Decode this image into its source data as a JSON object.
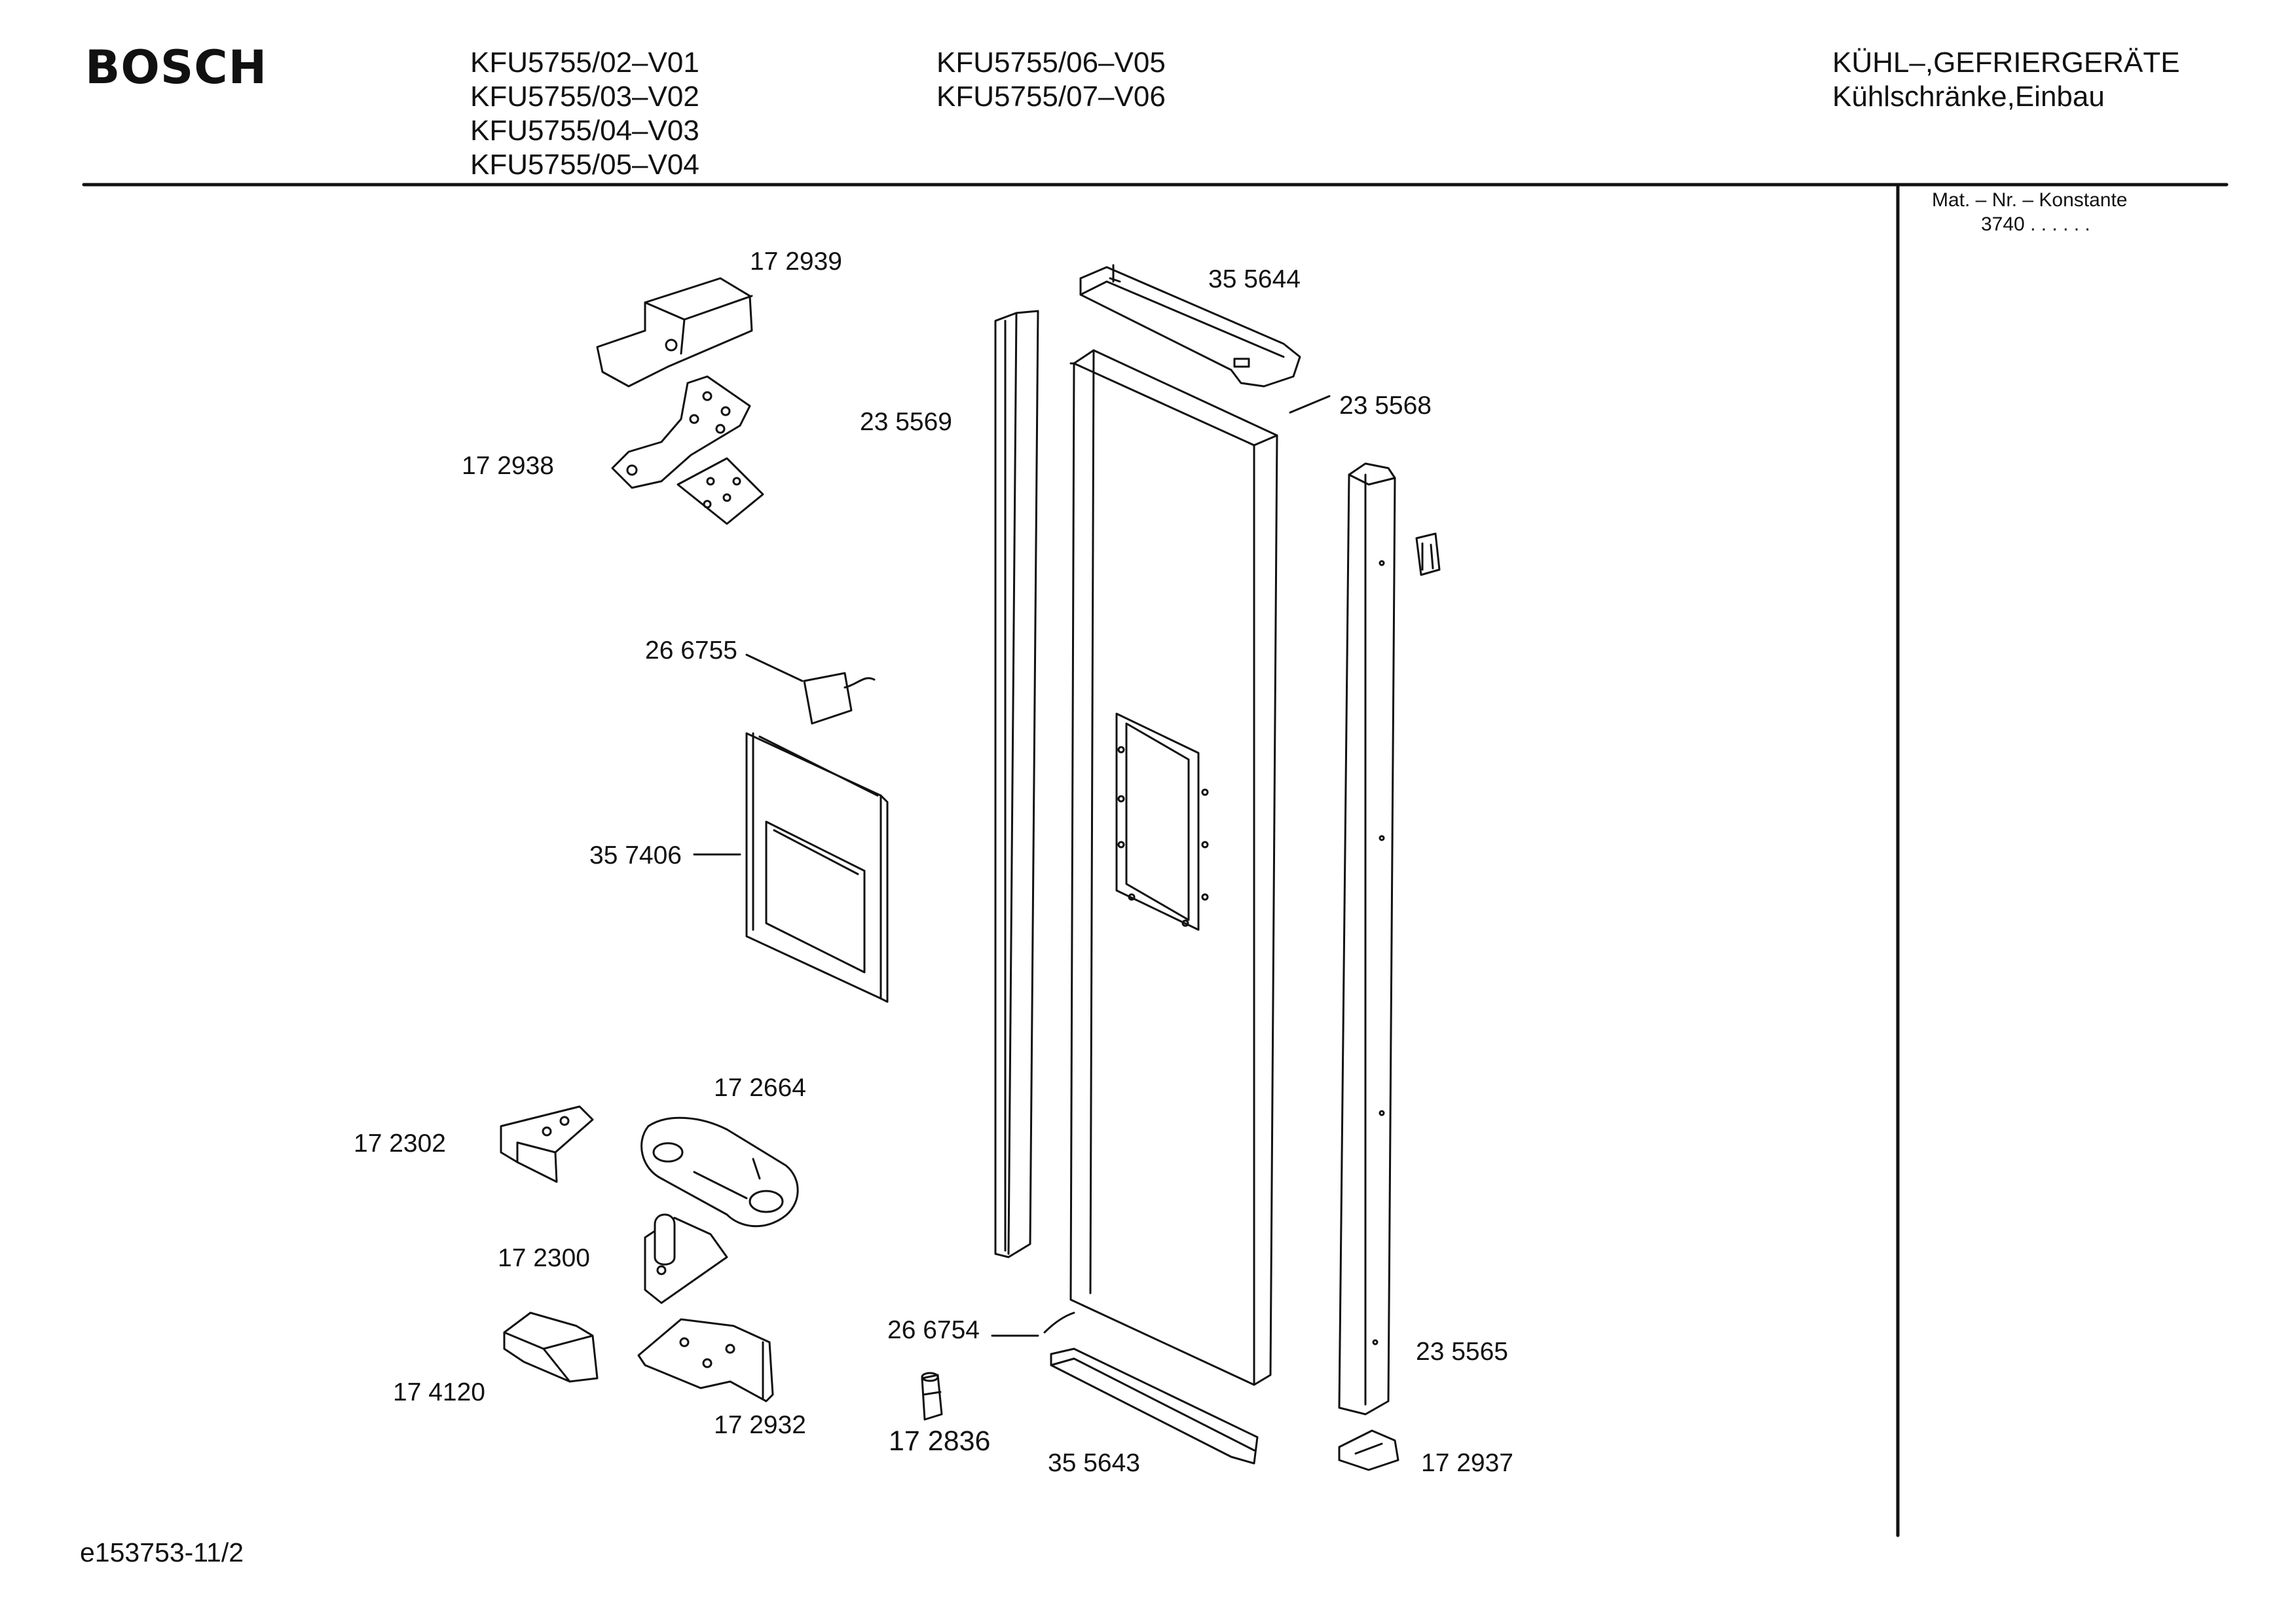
{
  "header": {
    "brand": "BOSCH",
    "models_col1": [
      "KFU5755/02–V01",
      "KFU5755/03–V02",
      "KFU5755/04–V03",
      "KFU5755/05–V04"
    ],
    "models_col2": [
      "KFU5755/06–V05",
      "KFU5755/07–V06"
    ],
    "category_line1": "KÜHL–,GEFRIERGERÄTE",
    "category_line2": "Kühlschränke,Einbau"
  },
  "sidebar": {
    "mat_label": "Mat. – Nr. – Konstante",
    "mat_value": "3740 . . . . . ."
  },
  "parts": {
    "p172939": "17 2939",
    "p172938": "17 2938",
    "p235569": "23 5569",
    "p355644": "35 5644",
    "p235568": "23 5568",
    "p266755": "26 6755",
    "p357406": "35 7406",
    "p172664": "17 2664",
    "p172302": "17 2302",
    "p172300": "17 2300",
    "p174120": "17 4120",
    "p172932": "17 2932",
    "p266754": "26 6754",
    "p172836": "17 2836",
    "p355643": "35 5643",
    "p235565": "23 5565",
    "p172937": "17 2937"
  },
  "footer": {
    "doc_id": "e153753-11/2"
  }
}
